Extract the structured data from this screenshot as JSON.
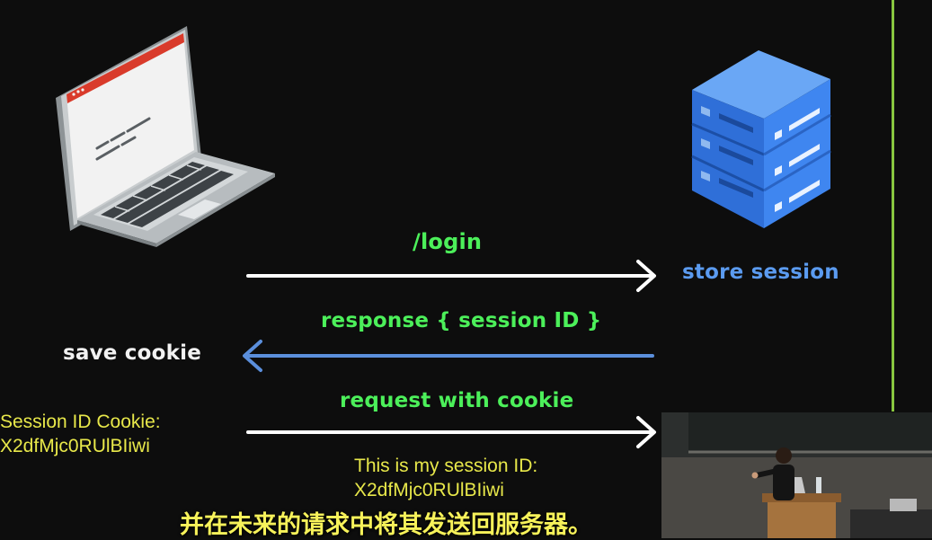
{
  "diagram": {
    "step_login": "/login",
    "store_session": "store session",
    "step_response": "response { session ID }",
    "save_cookie": "save cookie",
    "step_request": "request with cookie",
    "note_cookie_line1": "Session ID Cookie:",
    "note_cookie_line2": "X2dfMjc0RUlBIiwi",
    "note_request_line1": "This is my session ID:",
    "note_request_line2": "X2dfMjc0RUlBIiwi"
  },
  "subtitle": "并在未来的请求中将其发送回服务器。",
  "icons": {
    "client": "laptop-icon",
    "server": "server-icon"
  },
  "colors": {
    "background": "#0d0d0d",
    "green_label": "#4cf05a",
    "blue_label": "#5b9bf0",
    "blue_arrow": "#5b8fdc",
    "white_arrow": "#ffffff",
    "annotation_yellow": "#e8e84a",
    "subtitle_yellow": "#f7f25a",
    "divider_green": "#88c63f"
  }
}
